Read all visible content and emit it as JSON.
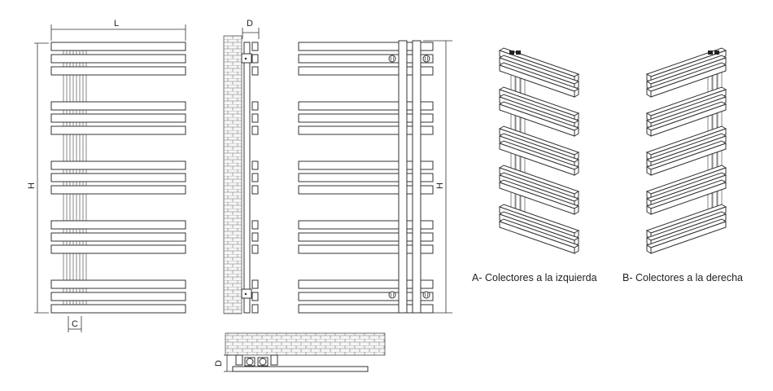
{
  "dimensions": {
    "length": "L",
    "height": "H",
    "depth": "D",
    "collector_spacing": "C"
  },
  "captions": {
    "left_collectors": "A- Colectores a la izquierda",
    "right_collectors": "B- Colectores a la derecha"
  },
  "radiator": {
    "bar_groups": 5,
    "bars_per_group": 3,
    "vertical_tubes": 4
  },
  "colors": {
    "line": "#333333",
    "background": "#ffffff",
    "brick_fill": "#f4f4f4"
  }
}
